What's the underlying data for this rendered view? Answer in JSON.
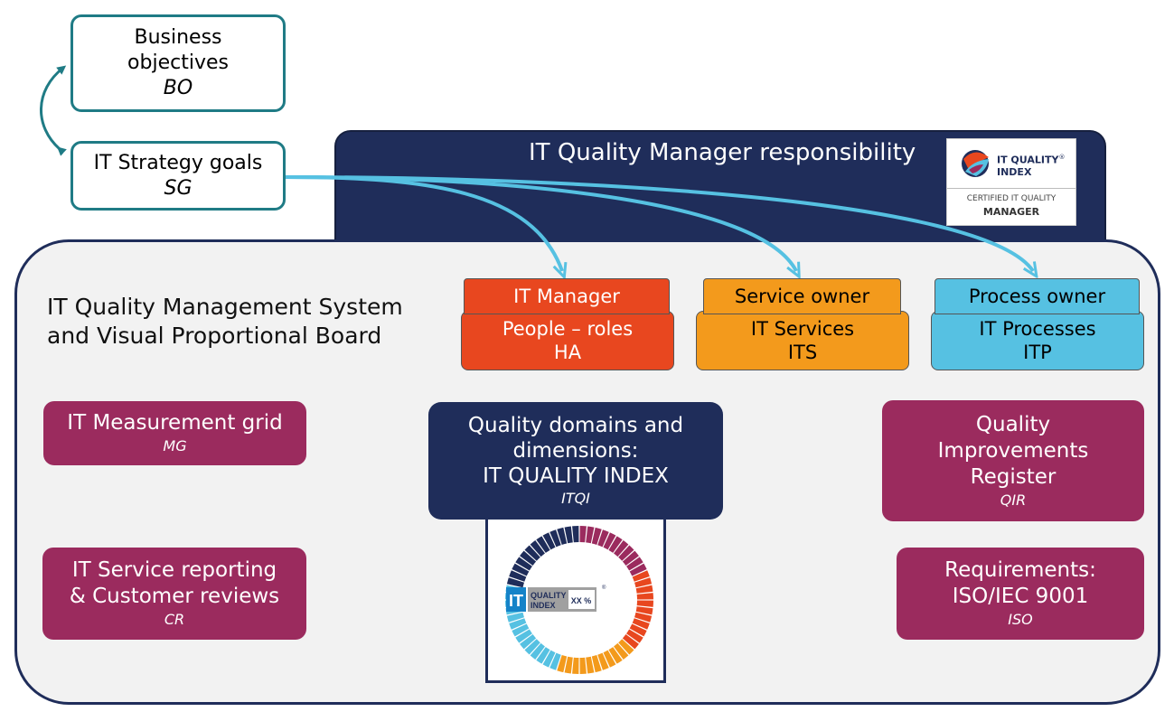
{
  "goals": {
    "business": {
      "line1": "Business",
      "line2": "objectives",
      "abbr": "BO"
    },
    "strategy": {
      "line1": "IT Strategy goals",
      "abbr": "SG"
    }
  },
  "responsibility": {
    "title": "IT Quality Manager responsibility",
    "badge": {
      "brand_line1": "IT QUALITY",
      "brand_line2": "INDEX",
      "registered": "®",
      "line1": "CERTIFIED IT QUALITY",
      "line2": "MANAGER"
    }
  },
  "qms": {
    "title_line1": "IT Quality Management System",
    "title_line2": "and Visual Proportional Board"
  },
  "roles": [
    {
      "tab": "IT Manager",
      "body_line1": "People – roles",
      "body_line2": "HA",
      "tab_color": "#e8471f",
      "body_color": "#e8471f",
      "text_color": "#ffffff"
    },
    {
      "tab": "Service owner",
      "body_line1": "IT Services",
      "body_line2": "ITS",
      "tab_color": "#f39a1c",
      "body_color": "#f39a1c",
      "text_color": "#000000"
    },
    {
      "tab": "Process owner",
      "body_line1": "IT Processes",
      "body_line2": "ITP",
      "tab_color": "#56c1e2",
      "body_color": "#56c1e2",
      "text_color": "#000000"
    }
  ],
  "measurement_grid": {
    "label": "IT Measurement grid",
    "abbr": "MG"
  },
  "service_reporting": {
    "line1": "IT Service reporting",
    "line2": "& Customer reviews",
    "abbr": "CR"
  },
  "quality_domains": {
    "line1": "Quality domains and",
    "line2": "dimensions:",
    "line3": "IT QUALITY INDEX",
    "abbr": "ITQI"
  },
  "improvements": {
    "line1": "Quality",
    "line2": "Improvements",
    "line3": "Register",
    "abbr": "QIR"
  },
  "requirements": {
    "line1": "Requirements:",
    "line2": "ISO/IEC 9001",
    "abbr": "ISO"
  },
  "index_wheel": {
    "logo_it": "IT",
    "logo_line1": "QUALITY",
    "logo_line2": "INDEX",
    "value": "XX %",
    "registered": "®",
    "segment_colors": [
      "#1f2d5a",
      "#9b2b5e",
      "#e8471f",
      "#f39a1c",
      "#56c1e2"
    ]
  },
  "colors": {
    "teal": "#1f7b85",
    "navy": "#1f2d5a",
    "magenta": "#9b2b5e",
    "arrow_blue": "#56c1e2",
    "panel_bg": "#f2f2f2"
  }
}
